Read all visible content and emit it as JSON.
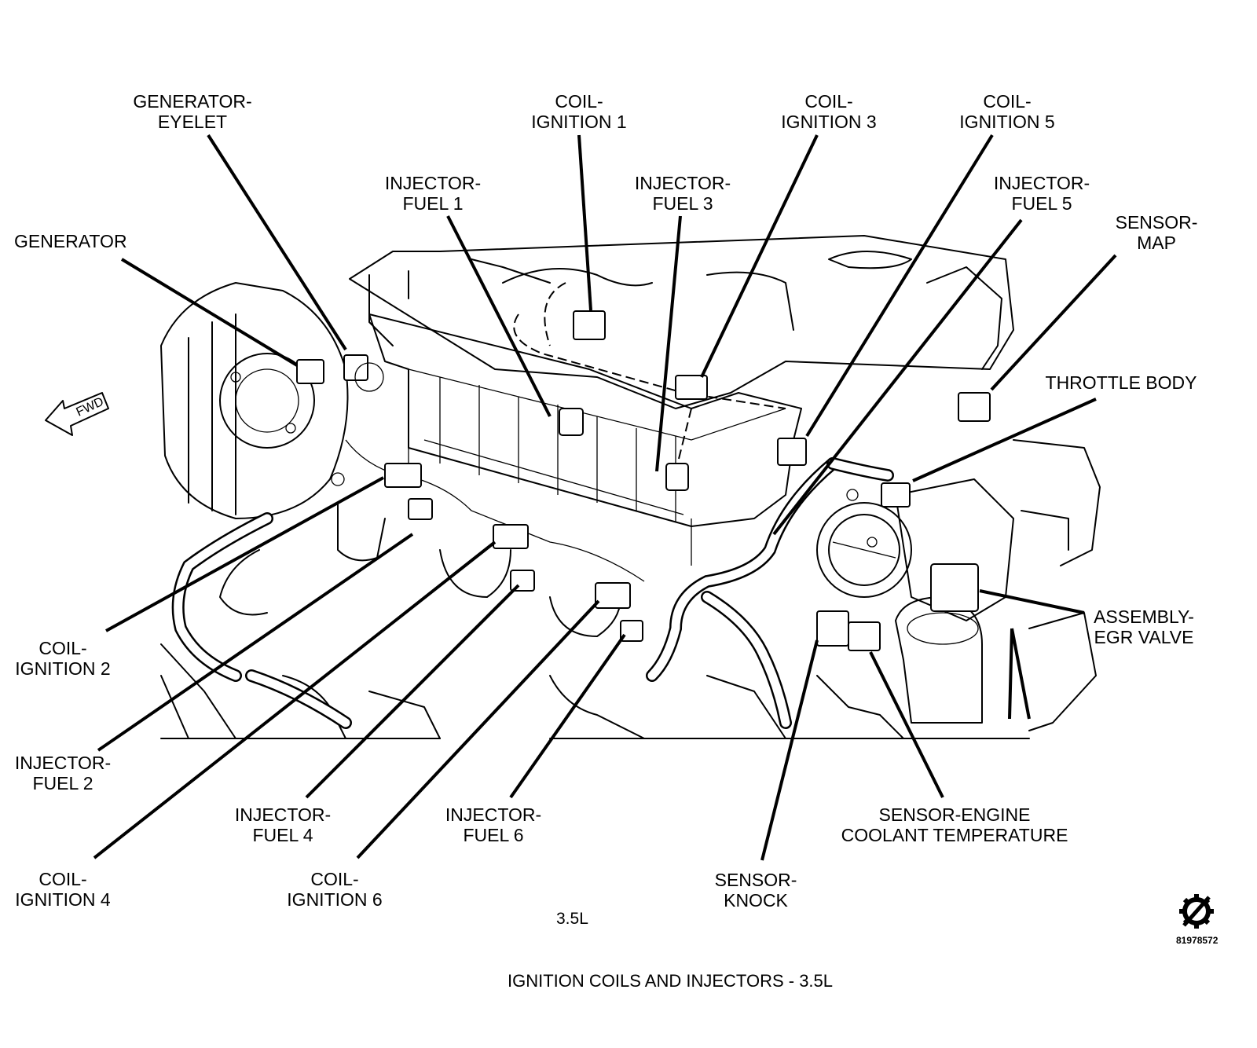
{
  "labels": {
    "generator_eyelet": [
      "GENERATOR-",
      "EYELET"
    ],
    "generator": [
      "GENERATOR"
    ],
    "coil_ignition_1": [
      "COIL-",
      "IGNITION 1"
    ],
    "coil_ignition_3": [
      "COIL-",
      "IGNITION 3"
    ],
    "coil_ignition_5": [
      "COIL-",
      "IGNITION 5"
    ],
    "injector_fuel_1": [
      "INJECTOR-",
      "FUEL 1"
    ],
    "injector_fuel_3": [
      "INJECTOR-",
      "FUEL 3"
    ],
    "injector_fuel_5": [
      "INJECTOR-",
      "FUEL 5"
    ],
    "sensor_map": [
      "SENSOR-",
      "MAP"
    ],
    "throttle_body": [
      "THROTTLE BODY"
    ],
    "assembly_egr_valve": [
      "ASSEMBLY-",
      "EGR VALVE"
    ],
    "coil_ignition_2": [
      "COIL-",
      "IGNITION 2"
    ],
    "injector_fuel_2": [
      "INJECTOR-",
      "FUEL 2"
    ],
    "injector_fuel_4": [
      "INJECTOR-",
      "FUEL 4"
    ],
    "injector_fuel_6": [
      "INJECTOR-",
      "FUEL 6"
    ],
    "coil_ignition_4": [
      "COIL-",
      "IGNITION 4"
    ],
    "coil_ignition_6": [
      "COIL-",
      "IGNITION 6"
    ],
    "sensor_knock": [
      "SENSOR-",
      "KNOCK"
    ],
    "sensor_ect": [
      "SENSOR-ENGINE",
      "COOLANT TEMPERATURE"
    ]
  },
  "fwd_arrow_text": "FWD",
  "engine_label": "3.5L",
  "caption": "IGNITION COILS AND INJECTORS - 3.5L",
  "figure_number": "81978572",
  "service_icon": "gear-slash-icon"
}
